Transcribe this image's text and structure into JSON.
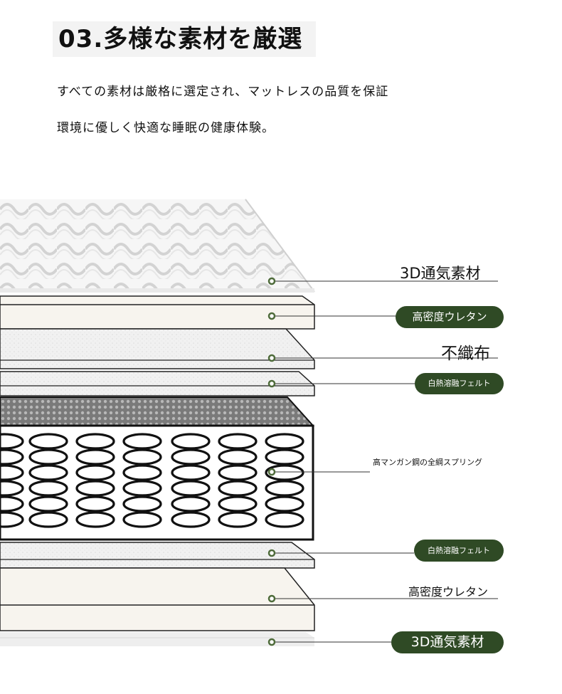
{
  "header": {
    "title": "03.多様な素材を厳選",
    "description_line1": "すべての素材は厳格に選定され、マットレスの品質を保証",
    "description_line2": "環境に優しく快適な睡眠の健康体験。"
  },
  "layers": [
    {
      "label": "3D通気素材",
      "style": "plain"
    },
    {
      "label": "高密度ウレタン",
      "style": "pill"
    },
    {
      "label": "不織布",
      "style": "plain"
    },
    {
      "label": "白熱溶融フェルト",
      "style": "pill"
    },
    {
      "label": "高マンガン鋼の全綱スプリング",
      "style": "plain"
    },
    {
      "label": "白熱溶融フェルト",
      "style": "pill"
    },
    {
      "label": "高密度ウレタン",
      "style": "plain"
    },
    {
      "label": "3D通気素材",
      "style": "pill"
    }
  ],
  "colors": {
    "pill_background": "#2f4a25",
    "dot": "#4e6b3a"
  }
}
